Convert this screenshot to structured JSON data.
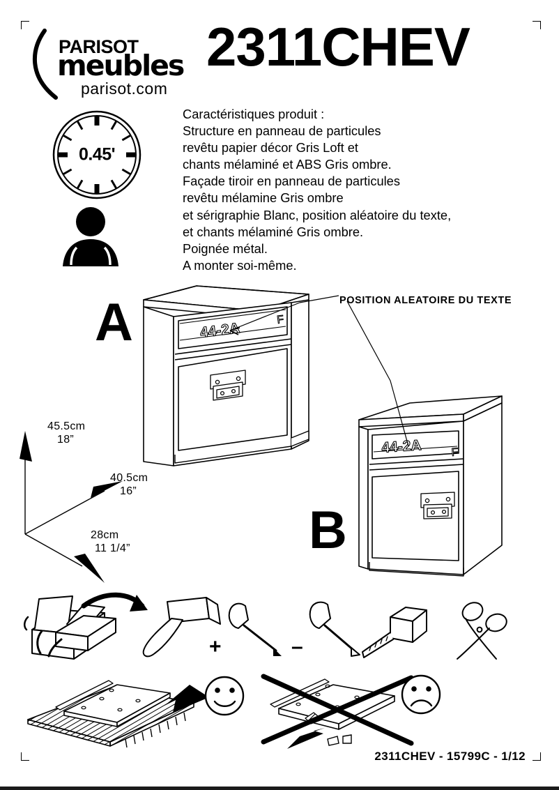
{
  "document": {
    "title": "2311CHEV",
    "footer": "2311CHEV  -  15799C  -  1/12"
  },
  "brand": {
    "name_top": "PARISOT",
    "name_main": "meubles",
    "website": "parisot.com"
  },
  "assembly_info": {
    "time_value": "0.45'",
    "person_count_icon": "single-person-icon"
  },
  "description": {
    "heading": "Caractéristiques produit :",
    "lines": [
      "Structure en panneau de particules",
      "revêtu papier décor Gris Loft et",
      "chants mélaminé et ABS Gris ombre.",
      "Façade tiroir en panneau de particules",
      "revêtu mélamine Gris ombre",
      "et sérigraphie Blanc, position aléatoire du texte,",
      "et chants mélaminé Gris ombre.",
      "Poignée métal.",
      "A monter soi-même."
    ]
  },
  "illustration": {
    "variant_a_label": "A",
    "variant_b_label": "B",
    "callout": "POSITION ALEATOIRE DU TEXTE",
    "drawer_text": "44-2A",
    "drawer_mark": "F"
  },
  "dimensions": {
    "height": {
      "metric": "45.5cm",
      "imperial": "18”"
    },
    "width": {
      "metric": "40.5cm",
      "imperial": "16”"
    },
    "depth": {
      "metric": "28cm",
      "imperial": "11 1/4”"
    }
  },
  "tools": {
    "items": [
      "toolbox-icon",
      "hammer-icon",
      "phillips-screwdriver-icon",
      "flathead-screwdriver-icon",
      "tape-measure-icon",
      "scissors-icon"
    ],
    "phillips_symbol": "+",
    "flathead_symbol": "–"
  },
  "advice": {
    "correct_icon": "happy-face-icon",
    "incorrect_icon": "sad-face-icon",
    "forbidden_icon": "cross-out-icon"
  },
  "colors": {
    "ink": "#000000",
    "paper": "#ffffff"
  }
}
